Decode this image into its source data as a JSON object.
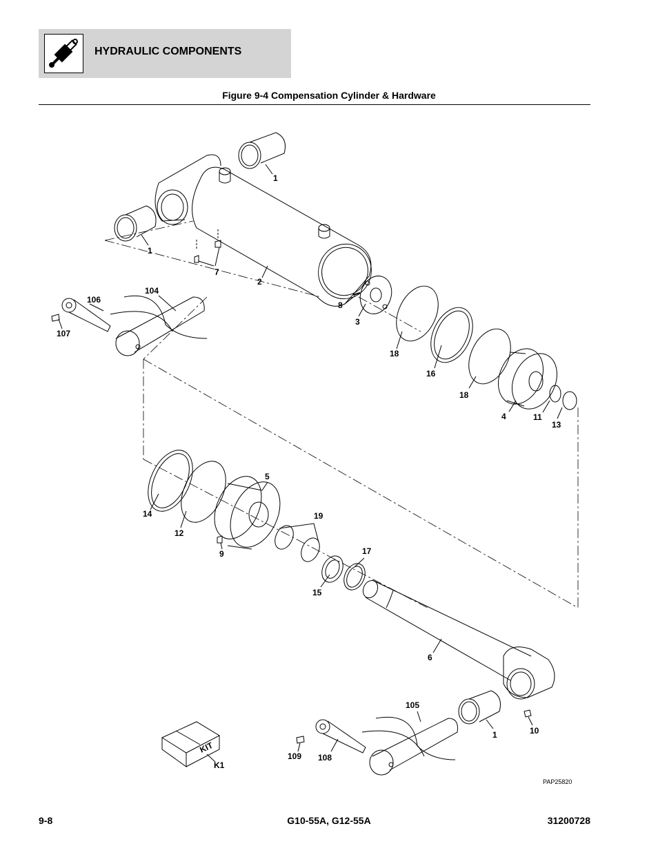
{
  "header": {
    "section_title": "HYDRAULIC COMPONENTS"
  },
  "figure": {
    "title": "Figure 9-4 Compensation Cylinder & Hardware",
    "code": "PAP25820"
  },
  "callouts": {
    "c1a": "1",
    "c1b": "1",
    "c1c": "1",
    "c2": "2",
    "c3": "3",
    "c4": "4",
    "c5": "5",
    "c6": "6",
    "c7": "7",
    "c8": "8",
    "c9": "9",
    "c10": "10",
    "c11": "11",
    "c12": "12",
    "c13": "13",
    "c14": "14",
    "c15": "15",
    "c16": "16",
    "c17": "17",
    "c18a": "18",
    "c18b": "18",
    "c19": "19",
    "c104": "104",
    "c105": "105",
    "c106": "106",
    "c107": "107",
    "c108": "108",
    "c109": "109",
    "ck1": "K1",
    "kit": "KIT"
  },
  "footer": {
    "page": "9-8",
    "model": "G10-55A, G12-55A",
    "doc_number": "31200728"
  }
}
